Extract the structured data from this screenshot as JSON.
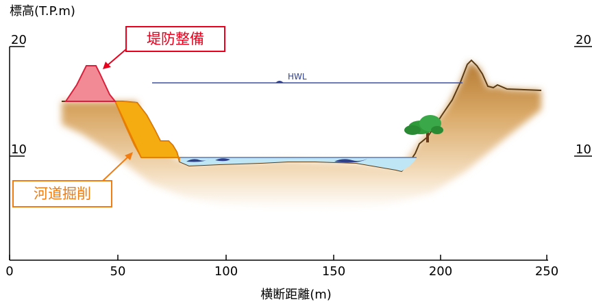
{
  "title": "標高(T.P.m)",
  "xlabel": "横断距離(m)",
  "y_ticks": [
    {
      "value": 20,
      "label": "20"
    },
    {
      "value": 10,
      "label": "10"
    }
  ],
  "x_ticks": [
    {
      "value": 0,
      "label": "0"
    },
    {
      "value": 50,
      "label": "50"
    },
    {
      "value": 100,
      "label": "100"
    },
    {
      "value": 150,
      "label": "150"
    },
    {
      "value": 200,
      "label": "200"
    },
    {
      "value": 250,
      "label": "250"
    }
  ],
  "hwl_label": "HWL",
  "callouts": {
    "levee": {
      "text": "堤防整備",
      "color": "#e8001c"
    },
    "dredging": {
      "text": "河道掘削",
      "color": "#f07c12"
    }
  },
  "colors": {
    "ground": "#c08a40",
    "ground_edge": "#5a3a12",
    "levee_fill": "#f28a96",
    "levee_edge": "#d8203a",
    "dredge_fill": "#f5ac10",
    "water": "#bfe6f5",
    "water_surface": "#5a78b0",
    "hwl_line": "#3b4fa0",
    "tree": "#2f9a3a",
    "axis": "#000000"
  }
}
